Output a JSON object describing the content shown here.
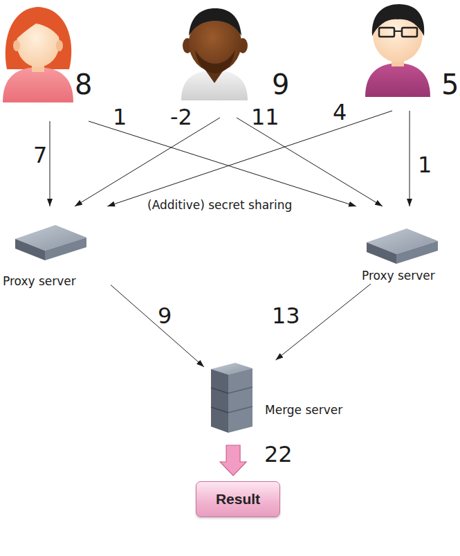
{
  "diagram": {
    "nodes": [
      {
        "text": [
          "8"
        ]
      },
      {
        "text": [
          "9"
        ]
      },
      {
        "text": [
          "5"
        ]
      },
      {
        "text": [
          "Proxy server"
        ]
      },
      {
        "text": [
          "Proxy server"
        ]
      },
      {
        "text": [
          "Merge server"
        ]
      },
      {
        "text": [
          "Result"
        ]
      }
    ],
    "edges": [
      {
        "from": 0,
        "to": 3,
        "label": "7",
        "arrow": "to"
      },
      {
        "from": 0,
        "to": 4,
        "label": "1",
        "arrow": "to"
      },
      {
        "from": 1,
        "to": 3,
        "label": "-2",
        "arrow": "to"
      },
      {
        "from": 1,
        "to": 4,
        "label": "11",
        "arrow": "to"
      },
      {
        "from": 2,
        "to": 3,
        "label": "4",
        "arrow": "to"
      },
      {
        "from": 2,
        "to": 4,
        "label": "1",
        "arrow": "to"
      },
      {
        "from": 3,
        "to": 5,
        "label": "9",
        "arrow": "to"
      },
      {
        "from": 4,
        "to": 5,
        "label": "13",
        "arrow": "to"
      },
      {
        "from": 5,
        "to": 6,
        "label": "22",
        "arrow": "to"
      }
    ],
    "labels": [
      "(Additive) secret sharing"
    ]
  }
}
